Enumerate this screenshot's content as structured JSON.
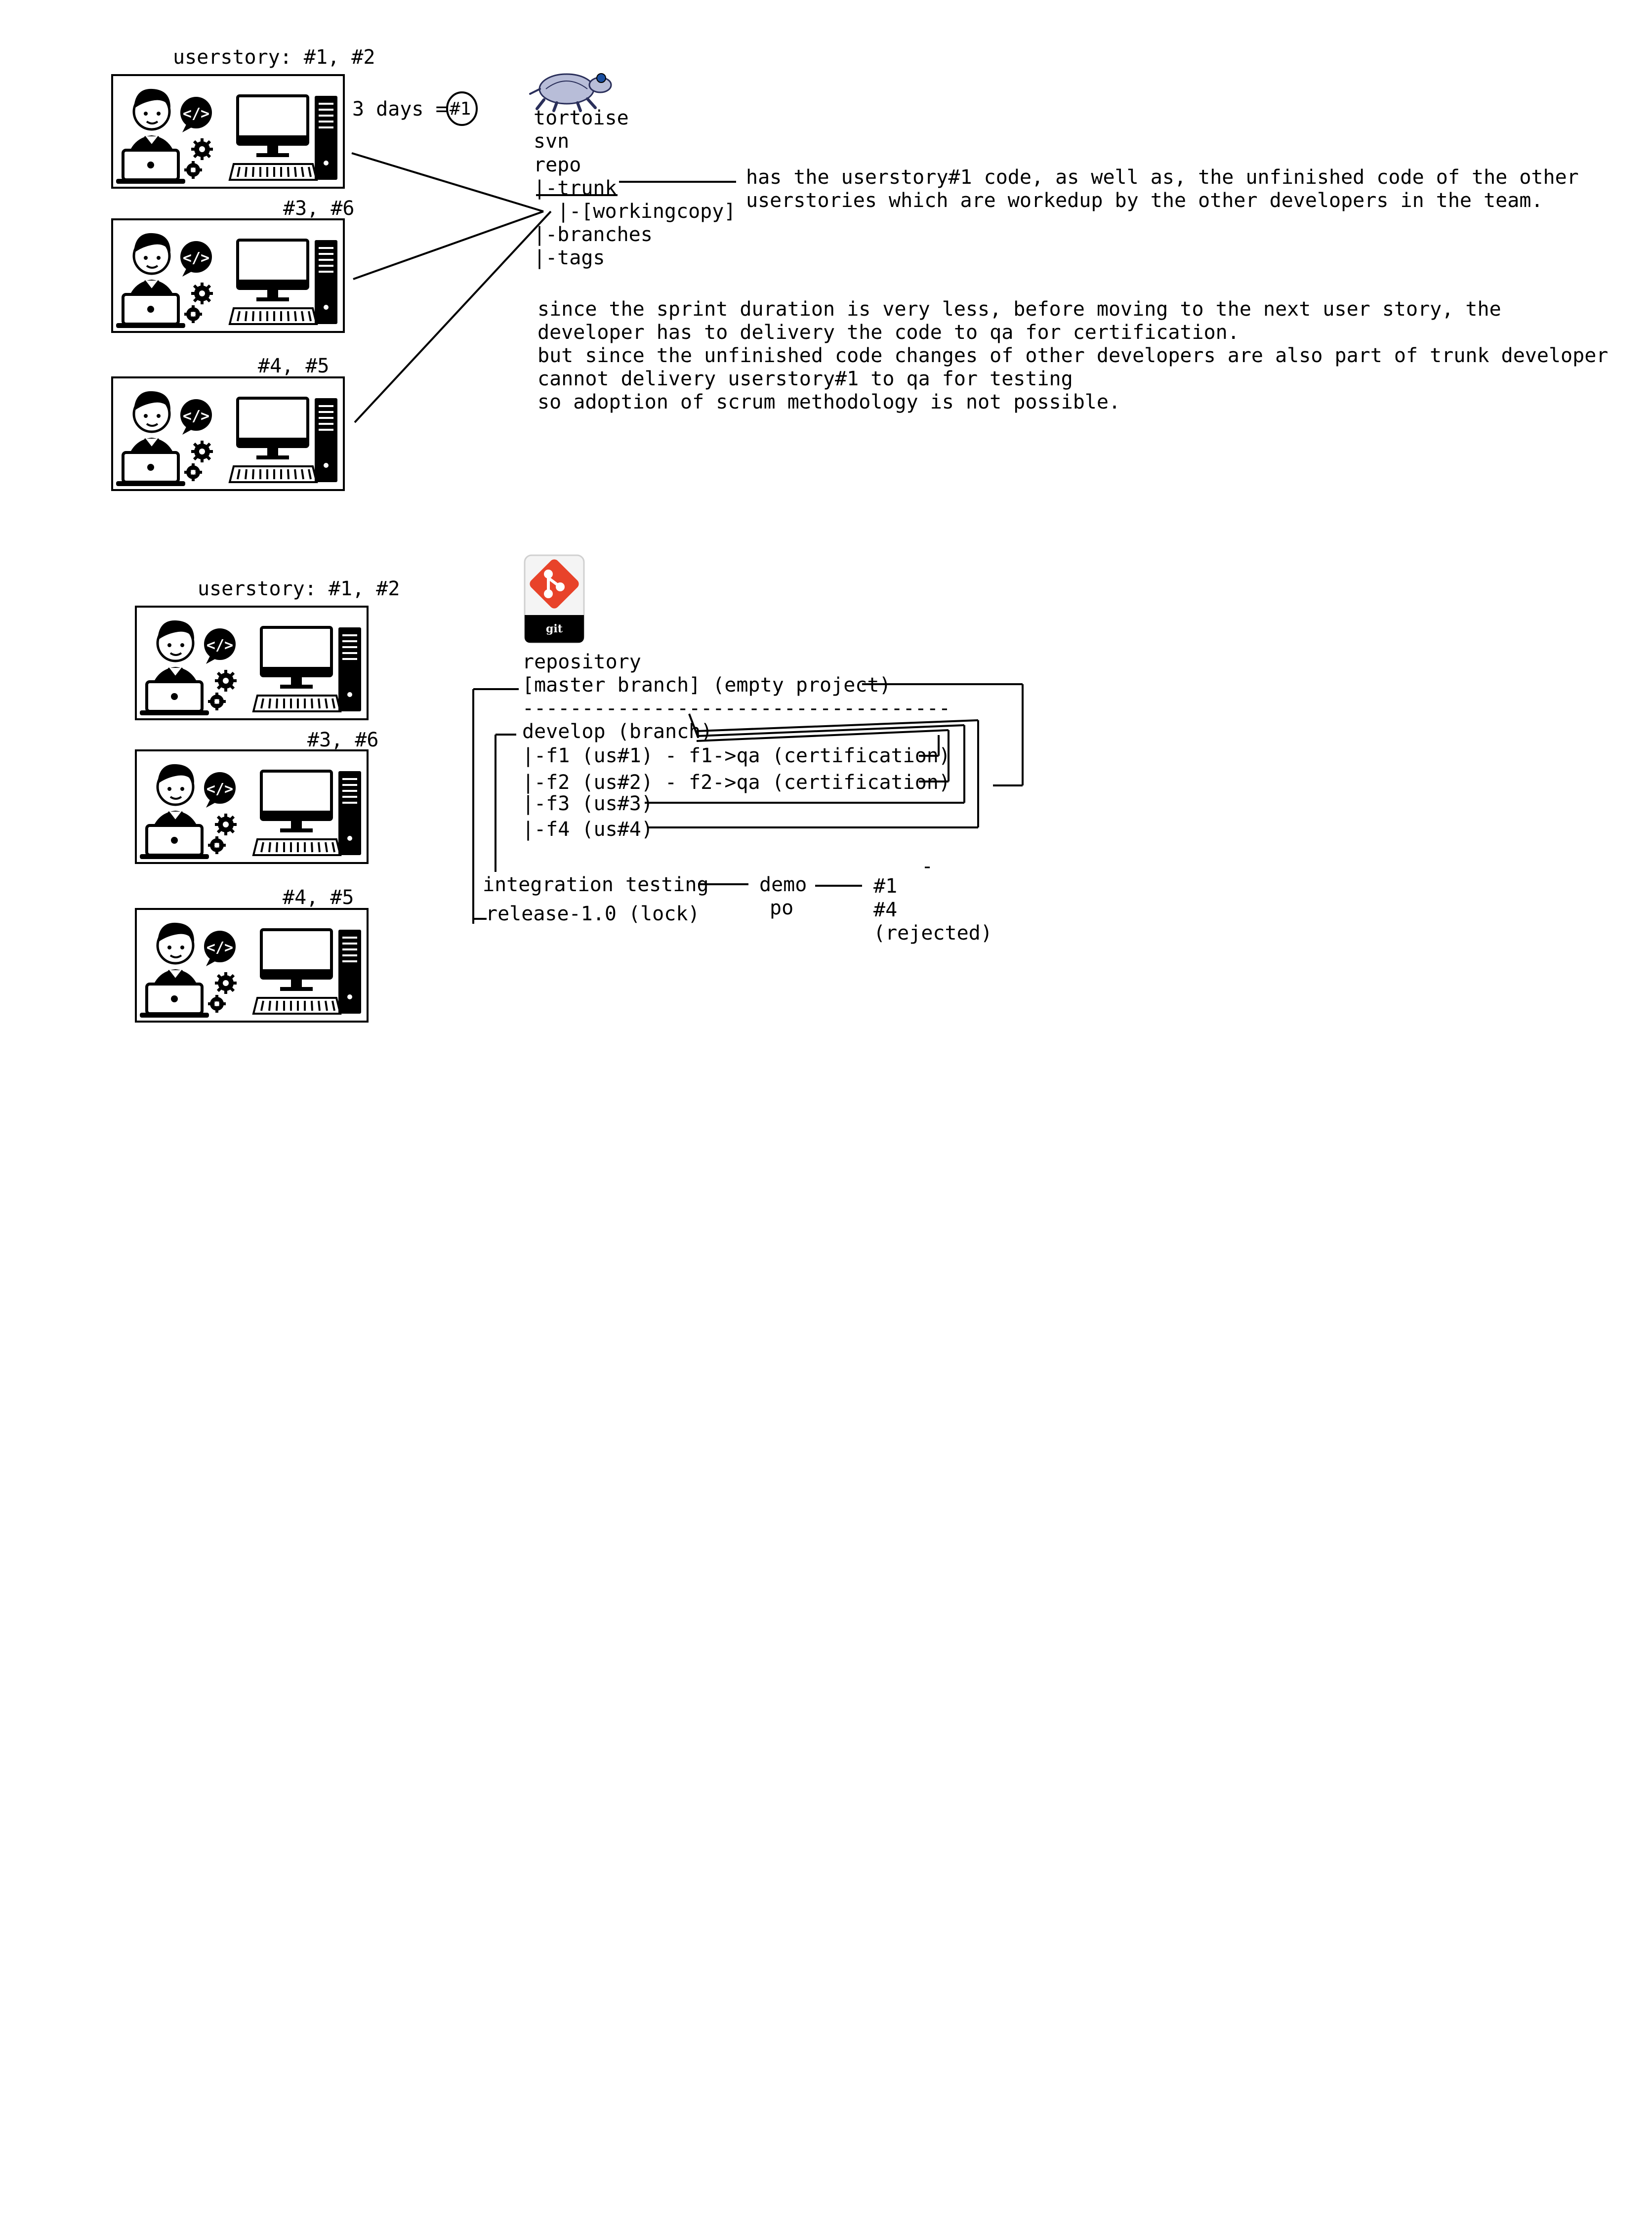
{
  "svn": {
    "devs": [
      {
        "label": "userstory: #1, #2"
      },
      {
        "label": "#3, #6"
      },
      {
        "label": "#4, #5"
      }
    ],
    "days_text": "3 days =",
    "days_circle": "#1",
    "repo_lines": [
      "tortoise",
      "svn",
      "repo",
      "|-trunk",
      "  |-[workingcopy]",
      "|-branches",
      "|-tags"
    ],
    "trunk_note": [
      "has the userstory#1 code, as well as, the unfinished code of the other",
      "userstories which are workedup by the other developers in the team."
    ],
    "explanation": [
      "since the sprint duration is very less, before moving to the next user story, the",
      "developer has to delivery the code to qa for certification.",
      "but since the unfinished code changes of other developers are also part of trunk developer",
      "cannot delivery userstory#1 to qa for testing",
      "so adoption of scrum methodology is not possible."
    ]
  },
  "git": {
    "devs": [
      {
        "label": "userstory: #1, #2"
      },
      {
        "label": "#3, #6"
      },
      {
        "label": "#4, #5"
      }
    ],
    "logo_text": "git",
    "lines": {
      "repository": "repository",
      "master": "[master branch] (empty project)",
      "dashes": "------------------------------------",
      "develop": "develop (branch)",
      "f1": "|-f1 (us#1) - f1->qa (certification)",
      "f2": "|-f2 (us#2) - f2->qa (certification)",
      "f3": "|-f3 (us#3)",
      "f4": "|-f4 (us#4)",
      "integration": "integration testing",
      "release": "release-1.0 (lock)",
      "demo": "demo",
      "po": "po",
      "dash_mark": "-",
      "r1": "#1",
      "r4": "#4",
      "rejected": "(rejected)"
    }
  },
  "icons": {
    "developer": "developer-at-laptop-icon",
    "code": "code-bubble-icon",
    "gear": "gear-icon",
    "desktop": "desktop-computer-icon",
    "tortoise": "tortoise-svn-icon",
    "git": "git-logo-icon"
  }
}
